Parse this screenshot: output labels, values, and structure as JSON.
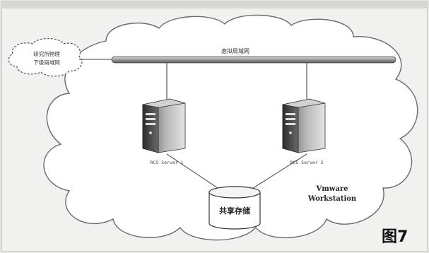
{
  "diagram": {
    "network_label": "虚拟局域网",
    "external_label_line1": "研究所物理",
    "external_label_line2": "下级局域网",
    "server_left_label": "RCS Server 1",
    "server_right_label": "RCS Server 2",
    "storage_label": "共享存储",
    "workstation_line1": "Vmware",
    "workstation_line2": "Workstation",
    "figure_label": "图7"
  }
}
